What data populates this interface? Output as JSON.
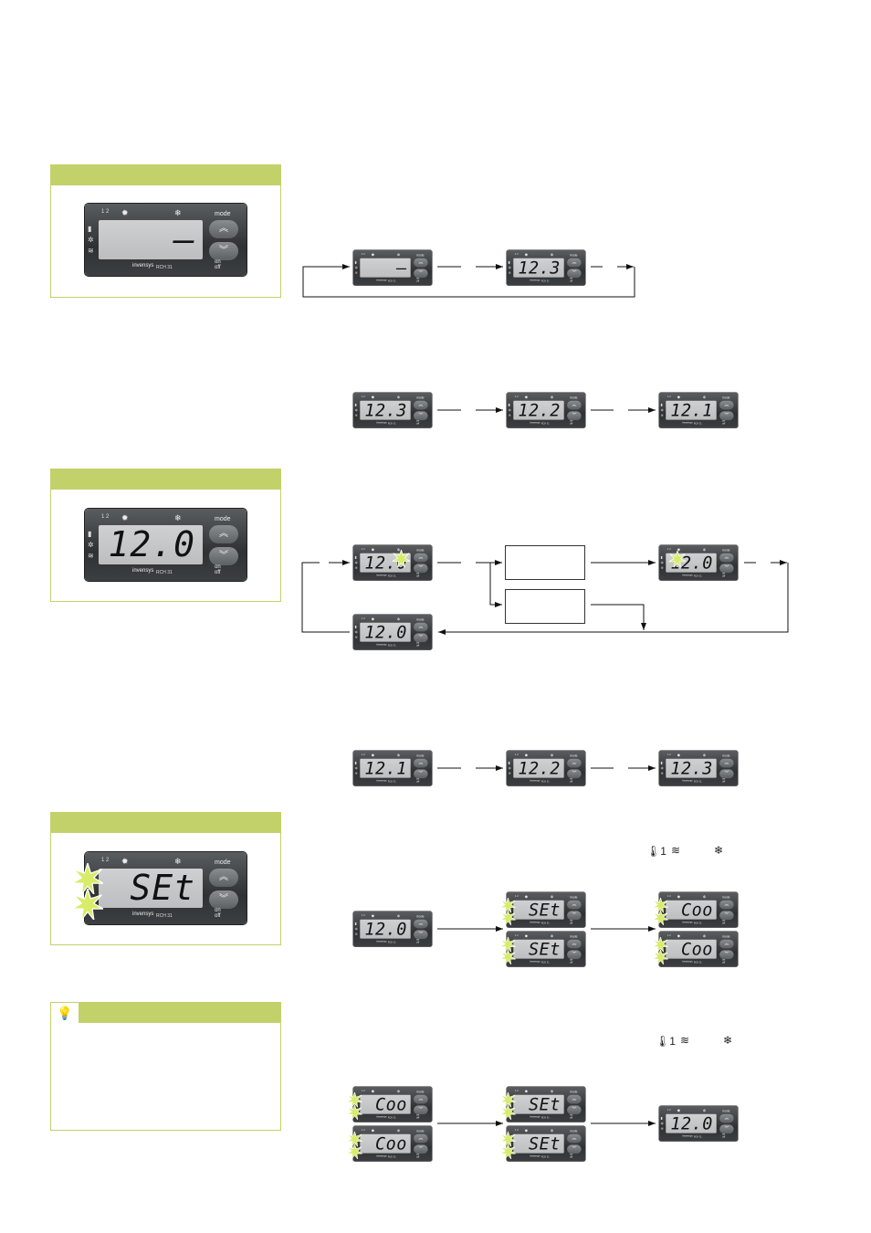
{
  "device": {
    "top_numbers": "1  2",
    "mode_label": "mode",
    "brand": "invensys",
    "model": "RCH 31",
    "on_label": "on",
    "off_label": "off"
  },
  "panels": {
    "panel1_display": "—",
    "panel2_display": "12.0",
    "panel3_display": "SEt"
  },
  "flows": {
    "row1": [
      "–",
      "12.3"
    ],
    "row2": [
      "12.3",
      "12.2",
      "12.1"
    ],
    "row3": [
      "12.0",
      "12.0",
      "12.0"
    ],
    "row4": [
      "12.1",
      "12.2",
      "12.3"
    ],
    "row5": [
      "12.0",
      "SEt",
      "SEt",
      "Coo",
      "Coo"
    ],
    "row6": [
      "Coo",
      "Coo",
      "SEt",
      "SEt",
      "12.0"
    ]
  },
  "symbols": {
    "thermostat": "1"
  },
  "colors": {
    "accent": "#c3d16a",
    "flash": "#d8ec6a"
  }
}
